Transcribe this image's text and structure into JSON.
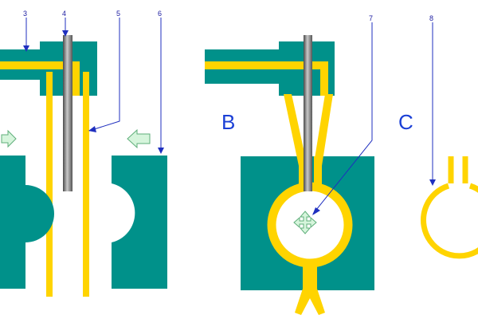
{
  "labels": {
    "n3": "3",
    "n4": "4",
    "n5": "5",
    "n6": "6",
    "n7": "7",
    "n8": "8"
  },
  "panels": {
    "b": "B",
    "c": "C"
  },
  "colors": {
    "teal": "#00918a",
    "yellow": "#ffd400",
    "steel": "#8c8c8c",
    "arrow_fill": "#d6f5dc",
    "arrow_stroke": "#5fae7a",
    "leader": "#1f2fbf",
    "label_text": "#1a1aa0",
    "panel_text": "#1a3fd6"
  }
}
